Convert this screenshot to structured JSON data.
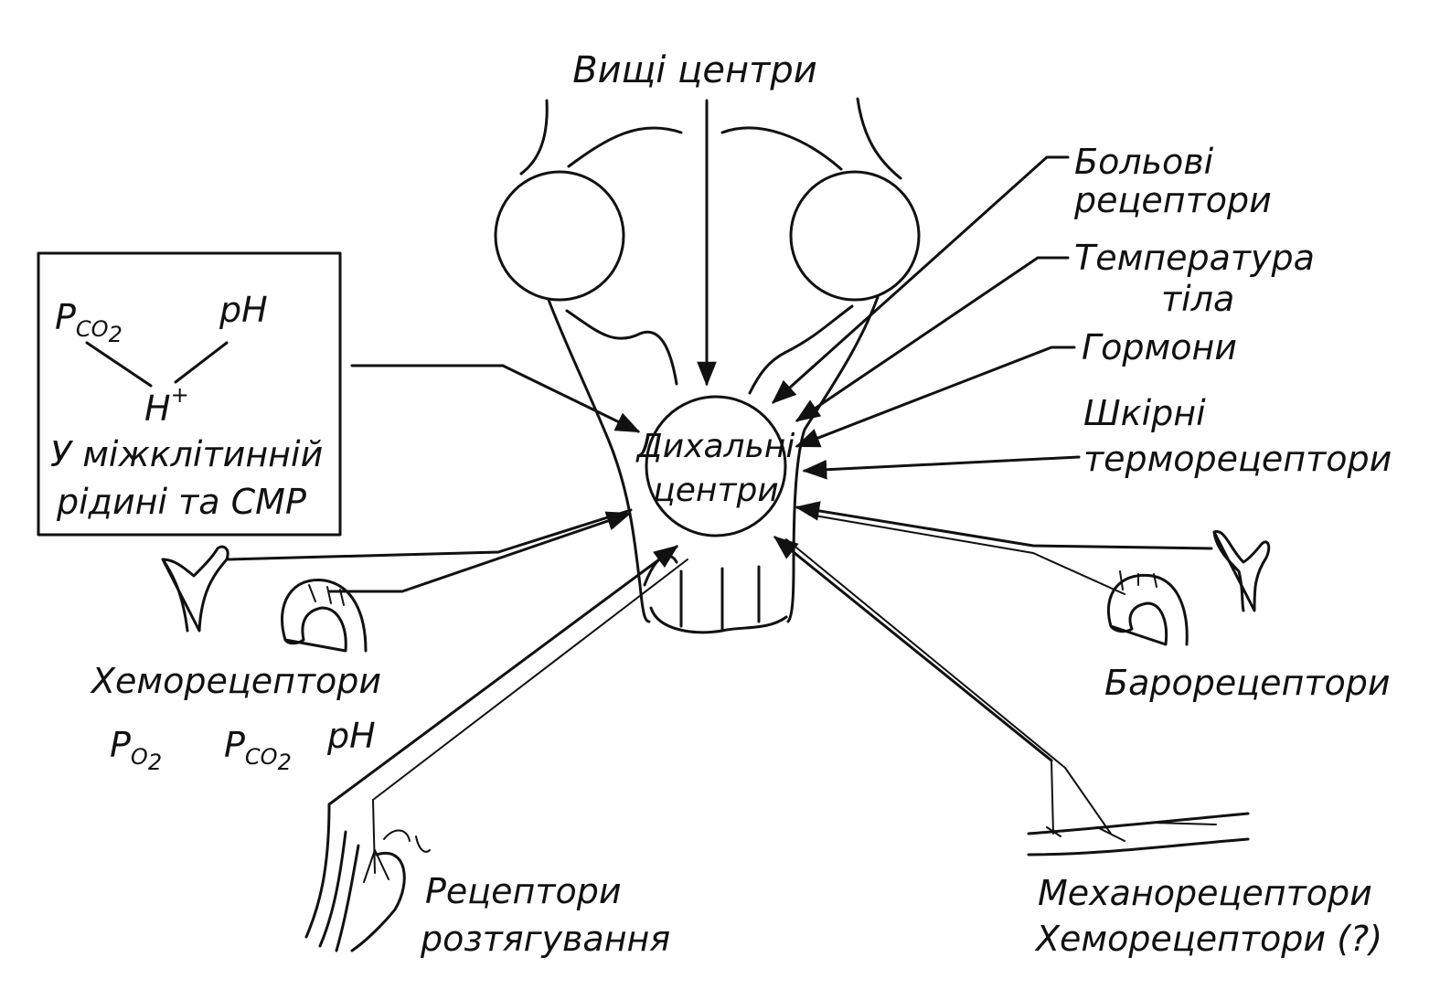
{
  "top_label": "Вищі центри",
  "center_label_line1": "Дихальні",
  "center_label_line2": "центри",
  "box": {
    "pco2_main": "P",
    "pco2_sub": "CO",
    "pco2_subsub": "2",
    "ph": "pH",
    "h_plus": "H",
    "h_plus_sup": "+",
    "line1": "У міжклітинній",
    "line2": "рідині та СМР"
  },
  "right_labels": {
    "pain_line1": "Больові",
    "pain_line2": "рецептори",
    "temp_line1": "Температура",
    "temp_line2": "тіла",
    "hormones": "Гормони",
    "skin_line1": "Шкірні",
    "skin_line2": "терморецептори",
    "baro": "Барорецептори"
  },
  "chemo": {
    "title": "Хеморецептори",
    "po2_main": "P",
    "po2_sub": "O",
    "po2_subsub": "2",
    "pco2_main": "P",
    "pco2_sub": "CO",
    "pco2_subsub": "2",
    "ph": "pH"
  },
  "stretch_line1": "Рецептори",
  "stretch_line2": "розтягування",
  "mech_line1": "Механорецептори",
  "mech_line2": "Хеморецептори (?)"
}
